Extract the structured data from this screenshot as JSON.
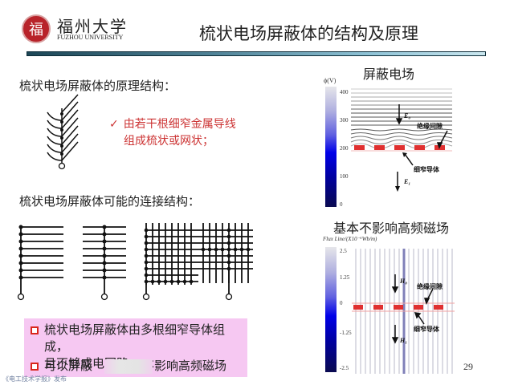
{
  "header": {
    "logo_emblem": "福",
    "logo_cn": "福州大学",
    "logo_en": "FUZHOU UNIVERSITY",
    "title": "梳状电场屏蔽体的结构及原理"
  },
  "left": {
    "heading1": "梳状电场屏蔽体的原理结构：",
    "note_check": "✓",
    "note_line1": "由若干根细窄金属导线",
    "note_line2": "组成梳状或网状；",
    "heading2": "梳状电场屏蔽体可能的连接结构：",
    "summary": {
      "item1_line1": "梳状电场屏蔽体由多根细窄导体组成，",
      "item1_line2": "且不够成电回路",
      "item2_part1": "可以屏蔽",
      "item2_part2": "不影响高频磁场"
    }
  },
  "figures": {
    "electric": {
      "title": "屏蔽电场",
      "scale_label": "ϕ(V)",
      "ticks": [
        "400",
        "300",
        "200",
        "100",
        "0"
      ],
      "e0_label": "E₀",
      "e1_label": "E₁",
      "gap_label": "绝缘间隙",
      "conductor_label": "细窄导体"
    },
    "magnetic": {
      "title": "基本不影响高频磁场",
      "scale_label": "Flux Line/(X10⁻⁶Wb/m)",
      "ticks": [
        "2.5",
        "1.25",
        "0",
        "-1.25",
        "-2.5"
      ],
      "h0_label": "H₀",
      "h1_label": "H₁",
      "gap_label": "绝缘间隙",
      "conductor_label": "细窄导体"
    }
  },
  "footer": {
    "source": "《电工技术学报》发布",
    "page_number": "29"
  },
  "colors": {
    "accent_red": "#cc3333",
    "bullet_red": "#d9261c",
    "summary_bg": "#f6c8f2",
    "scale_dark": "#0a0a50",
    "scale_mid": "#0000dd",
    "scale_light": "#e0e0e8"
  }
}
